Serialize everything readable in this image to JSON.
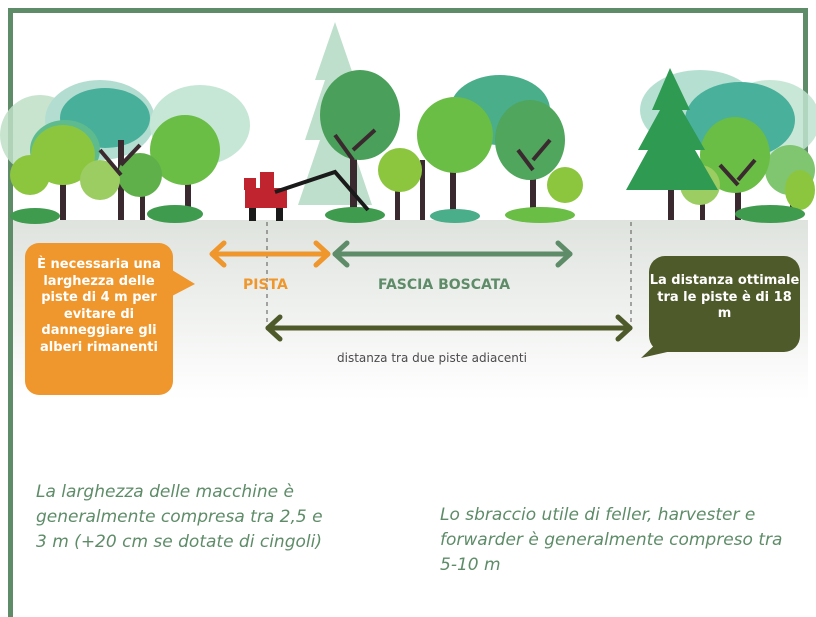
{
  "callout_left": "È necessaria una larghezza delle piste di 4 m per evitare di danneggiare gli alberi rimanenti",
  "callout_right": "La distanza ottimale tra le piste è di 18 m",
  "labels": {
    "pista": "PISTA",
    "fascia_boscata": "FASCIA BOSCATA",
    "distanza": "distanza tra due piste adiacenti"
  },
  "notes": {
    "machine_width": "La larghezza delle macchine è generalmente compresa tra 2,5 e 3 m (+20 cm se dotate di cingoli)",
    "reach": "Lo sbraccio utile di feller, harvester e forwarder è generalmente compreso tra 5-10 m"
  },
  "colors": {
    "orange": "#ef962c",
    "green": "#5e8c68",
    "dark_olive": "#4f5a2b",
    "machine_red": "#c0242e"
  }
}
